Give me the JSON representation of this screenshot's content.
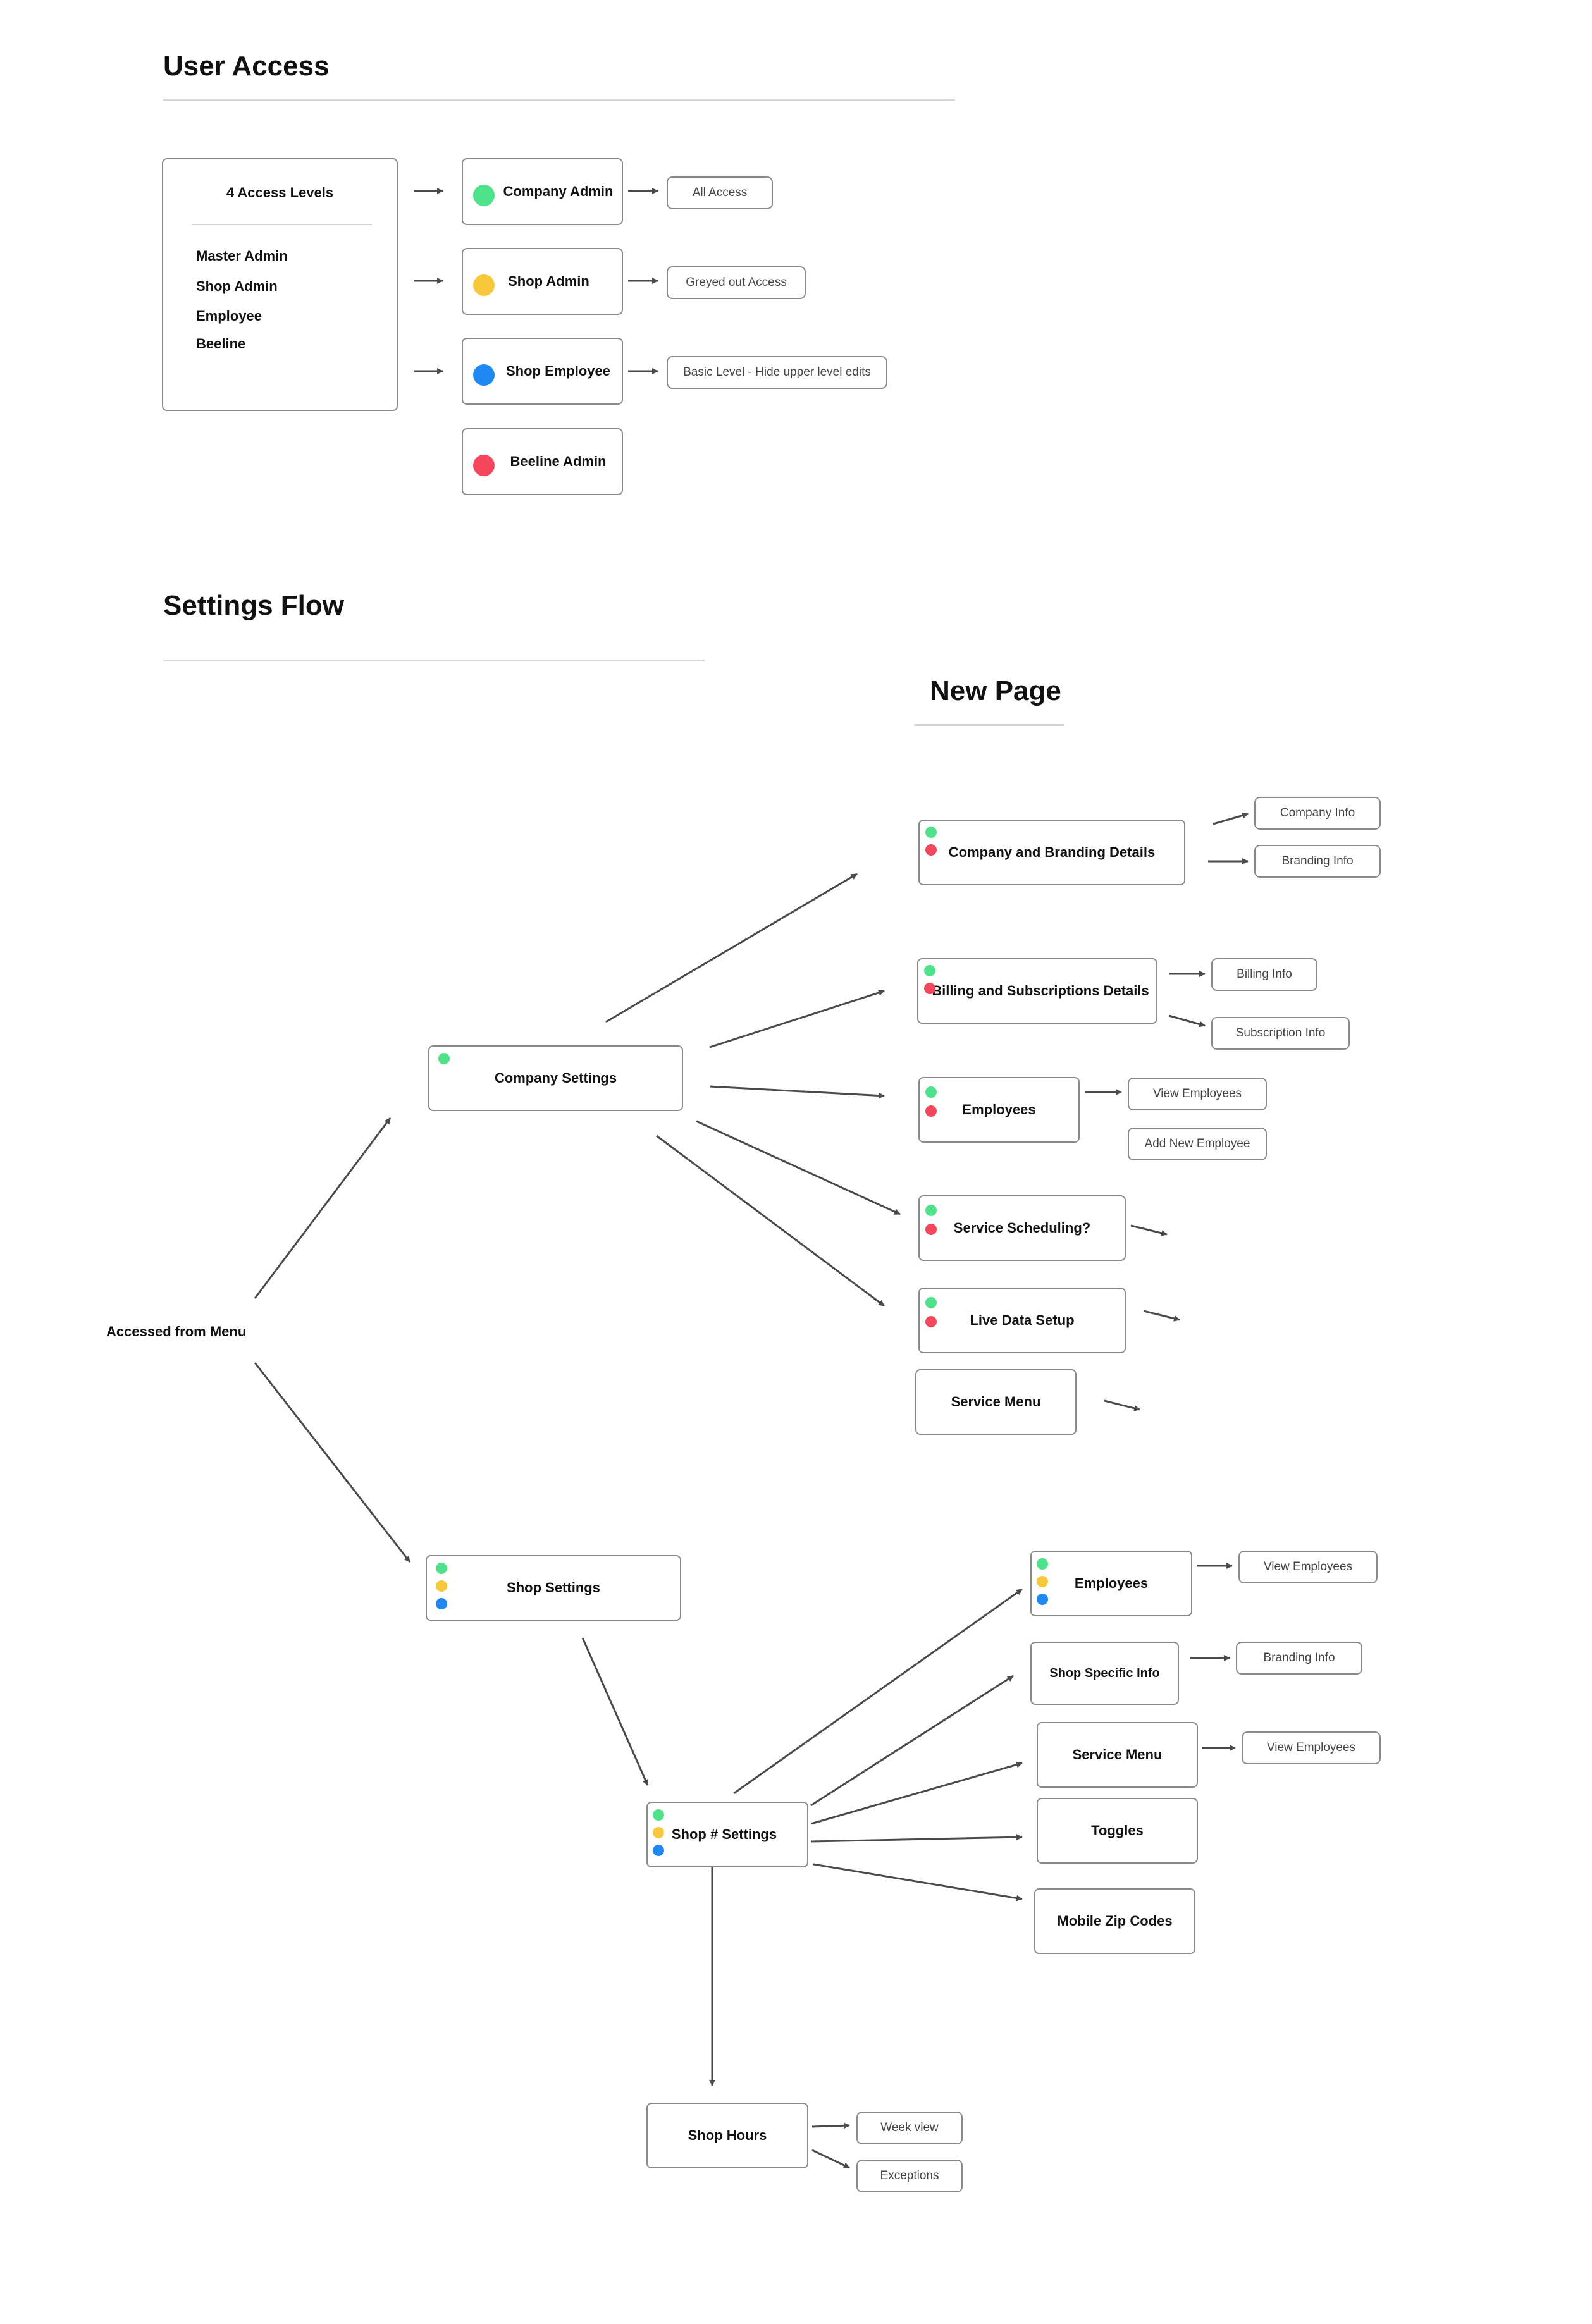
{
  "user_access": {
    "title": "User Access",
    "levels_box": {
      "title": "4 Access Levels",
      "items": [
        "Master Admin",
        "Shop Admin",
        "Employee",
        "Beeline"
      ]
    },
    "roles": [
      {
        "label": "Company Admin",
        "color": "#4ee28a",
        "access": "All Access"
      },
      {
        "label": "Shop Admin",
        "color": "#f8c83c",
        "access": "Greyed out  Access"
      },
      {
        "label": "Shop Employee",
        "color": "#1f88f2",
        "access": "Basic Level - Hide upper level edits"
      },
      {
        "label": "Beeline Admin",
        "color": "#f5475b",
        "access": ""
      }
    ]
  },
  "settings_flow": {
    "title": "Settings Flow",
    "new_page_title": "New Page",
    "entry_label": "Accessed from Menu",
    "company_settings": {
      "label": "Company Settings",
      "pages": [
        {
          "label": "Company and Branding Details",
          "subs": [
            "Company Info",
            "Branding Info"
          ]
        },
        {
          "label": "Billing and Subscriptions Details",
          "subs": [
            "Billing Info",
            "Subscription Info"
          ]
        },
        {
          "label": "Employees",
          "subs": [
            "View Employees",
            "Add New Employee"
          ]
        },
        {
          "label": "Service Scheduling?",
          "subs": []
        },
        {
          "label": "Live Data Setup",
          "subs": []
        },
        {
          "label": "Service Menu",
          "subs": []
        }
      ]
    },
    "shop_settings": {
      "label": "Shop Settings",
      "shop_num_settings": "Shop # Settings",
      "pages": [
        {
          "label": "Employees",
          "subs": [
            "View Employees"
          ]
        },
        {
          "label": "Shop Specific  Info",
          "subs": [
            "Branding Info"
          ]
        },
        {
          "label": "Service Menu",
          "subs": [
            "View Employees"
          ]
        },
        {
          "label": "Toggles",
          "subs": []
        },
        {
          "label": "Mobile Zip Codes",
          "subs": []
        }
      ],
      "shop_hours": {
        "label": "Shop Hours",
        "subs": [
          "Week view",
          "Exceptions"
        ]
      }
    }
  },
  "colors": {
    "green": "#4ee28a",
    "yellow": "#f8c83c",
    "blue": "#1f88f2",
    "red": "#f5475b",
    "arrow": "#4a4a4a",
    "border": "#8a8a8a"
  }
}
